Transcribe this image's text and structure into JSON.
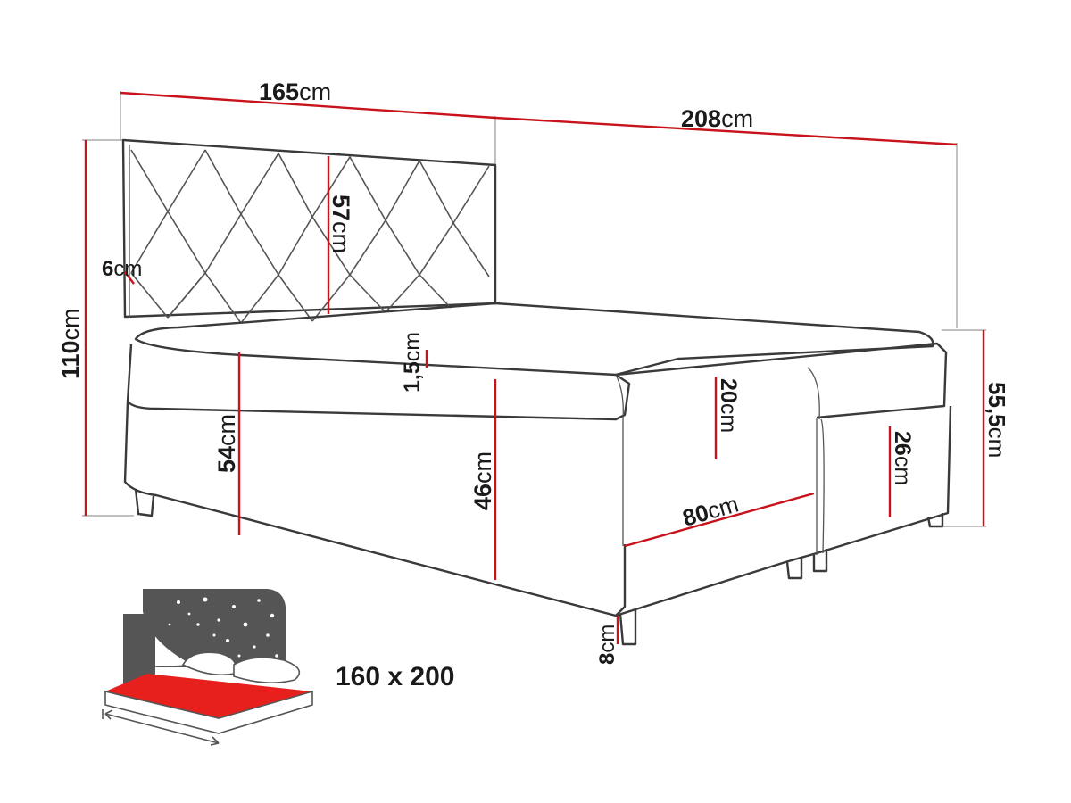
{
  "colors": {
    "dimension_line": "#c8121c",
    "outline": "#3a3a3a",
    "guide": "#9a9a9a",
    "icon_mattress": "#e8201d",
    "icon_sky": "#555555"
  },
  "dimensions": {
    "width": {
      "value": "165",
      "unit": "cm"
    },
    "length": {
      "value": "208",
      "unit": "cm"
    },
    "total_height": {
      "value": "110",
      "unit": "cm"
    },
    "headboard_thickness": {
      "value": "6",
      "unit": "cm"
    },
    "headboard_panel": {
      "value": "57",
      "unit": "cm"
    },
    "topper": {
      "value": "1,5",
      "unit": "cm"
    },
    "front_height": {
      "value": "54",
      "unit": "cm"
    },
    "base_height": {
      "value": "46",
      "unit": "cm"
    },
    "mattress": {
      "value": "20",
      "unit": "cm"
    },
    "box_spring": {
      "value": "26",
      "unit": "cm"
    },
    "side_height": {
      "value": "55,5",
      "unit": "cm"
    },
    "half_width": {
      "value": "80",
      "unit": "cm"
    },
    "leg": {
      "value": "8",
      "unit": "cm"
    }
  },
  "sleeping_area": {
    "label": "160 x 200"
  },
  "icons": {
    "sleep_icon": "night-bed-icon"
  }
}
